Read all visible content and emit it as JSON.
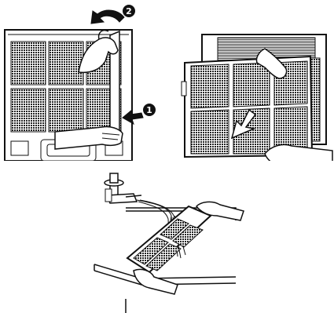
{
  "figure": {
    "panels": [
      {
        "id": "remove-filter-cover",
        "icons": [
          "hand-icon",
          "filter-cover-icon",
          "arrow-icon"
        ]
      },
      {
        "id": "pull-out-filter",
        "icons": [
          "hand-icon",
          "filter-icon",
          "arrow-down-icon"
        ]
      },
      {
        "id": "rinse-filter",
        "icons": [
          "faucet-icon",
          "water-stream-icon",
          "hand-icon",
          "sink-icon",
          "filter-icon"
        ]
      }
    ],
    "step_badges": [
      "❷",
      "❶"
    ],
    "colors": {
      "ink": "#111111",
      "paper": "#ffffff",
      "mesh": "#333333"
    }
  }
}
